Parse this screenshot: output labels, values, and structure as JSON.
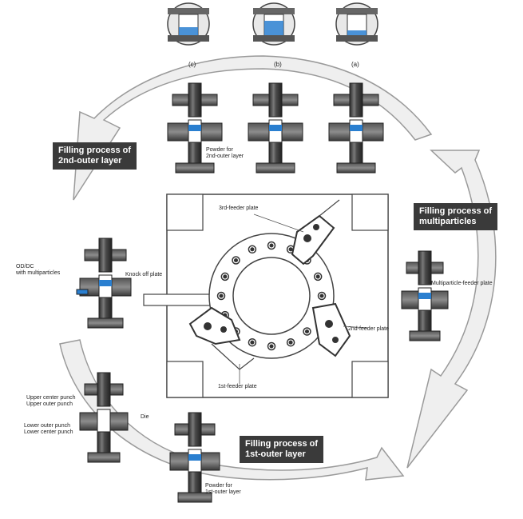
{
  "steps": [
    "(c)",
    "(b)",
    "(a)"
  ],
  "callouts": {
    "second_outer": "Filling process of\n2nd-outer layer",
    "multiparticles": "Filling process of\nmultiparticles",
    "first_outer": "Filling process of\n1st-outer layer"
  },
  "labels": {
    "powder_2nd": "Powder for\n2nd-outer layer",
    "third_feeder": "3rd-feeder plate",
    "odt": "OD/DC\nwith multiparticles",
    "knock_off": "Knock off plate",
    "multiparticle_feeder": "Multiparticle-feeder plate",
    "second_feeder": "2nd-feeder plate",
    "first_feeder": "1st-feeder plate",
    "upper_punches": "Upper center punch\nUpper outer punch",
    "die": "Die",
    "lower_punches": "Lower outer punch\nLower center punch",
    "powder_1st": "Powder for\n1st-outer layer"
  },
  "colors": {
    "arrow_fill": "#efefef",
    "arrow_stroke": "#9a9a9a",
    "metal_dark": "#3c3c3c",
    "metal_light": "#8a8a8a",
    "powder_blue": "#2a7fd0",
    "callout_bg": "#3a3a3a"
  }
}
